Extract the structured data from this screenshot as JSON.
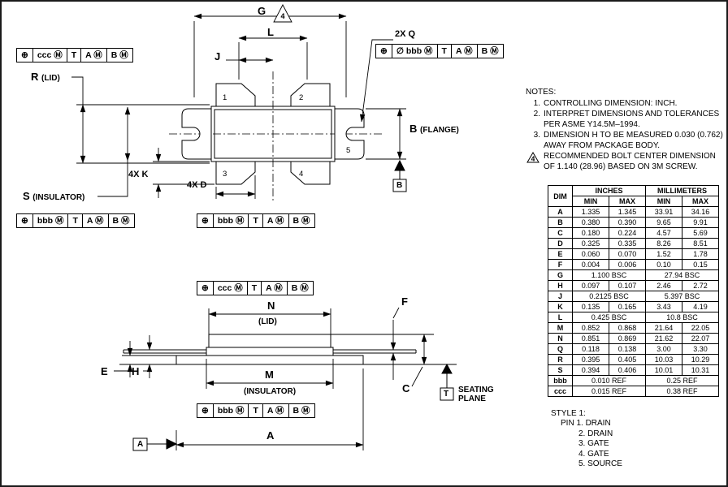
{
  "labels": {
    "g": "G",
    "l": "L",
    "j": "J",
    "q": "2X Q",
    "b": "B",
    "b_suffix": "(FLANGE)",
    "r": "R",
    "r_suffix": "(LID)",
    "s": "S",
    "s_suffix": "(INSULATOR)",
    "k": "4X K",
    "d": "4X D",
    "n": "N",
    "n_suffix": "(LID)",
    "m": "M",
    "m_suffix": "(INSULATOR)",
    "a": "A",
    "c": "C",
    "e": "E",
    "f": "F",
    "h": "H",
    "flag4": "4",
    "seating_plane": "SEATING PLANE"
  },
  "datums": {
    "a": "A",
    "b": "B",
    "t": "T"
  },
  "pins": [
    "1",
    "2",
    "3",
    "4",
    "5"
  ],
  "frames": {
    "lid_top": [
      "⊕",
      "ccc Ⓜ",
      "T",
      "A Ⓜ",
      "B Ⓜ"
    ],
    "holes": [
      "⊕",
      "∅ bbb Ⓜ",
      "T",
      "A Ⓜ",
      "B Ⓜ"
    ],
    "insulator_top": [
      "⊕",
      "bbb Ⓜ",
      "T",
      "A Ⓜ",
      "B Ⓜ"
    ],
    "leads": [
      "⊕",
      "bbb Ⓜ",
      "T",
      "A Ⓜ",
      "B Ⓜ"
    ],
    "lid_side": [
      "⊕",
      "ccc Ⓜ",
      "T",
      "A Ⓜ",
      "B Ⓜ"
    ],
    "insulator_side": [
      "⊕",
      "bbb Ⓜ",
      "T",
      "A Ⓜ",
      "B Ⓜ"
    ]
  },
  "notes": {
    "title": "NOTES:",
    "n1": {
      "num": "1.",
      "text": "CONTROLLING DIMENSION: INCH."
    },
    "n2": {
      "num": "2.",
      "text": "INTERPRET DIMENSIONS AND TOLERANCES PER ASME Y14.5M–1994."
    },
    "n3": {
      "num": "3.",
      "text": "DIMENSION H TO BE MEASURED 0.030 (0.762) AWAY FROM PACKAGE BODY."
    },
    "n4": {
      "text": "RECOMMENDED BOLT CENTER DIMENSION OF 1.140 (28.96) BASED ON 3M SCREW."
    }
  },
  "dim_table": {
    "col_dim": "DIM",
    "group_inches": "INCHES",
    "group_mm": "MILLIMETERS",
    "min": "MIN",
    "max": "MAX",
    "rows": [
      {
        "dim": "A",
        "in_min": "1.335",
        "in_max": "1.345",
        "mm_min": "33.91",
        "mm_max": "34.16"
      },
      {
        "dim": "B",
        "in_min": "0.380",
        "in_max": "0.390",
        "mm_min": "9.65",
        "mm_max": "9.91"
      },
      {
        "dim": "C",
        "in_min": "0.180",
        "in_max": "0.224",
        "mm_min": "4.57",
        "mm_max": "5.69"
      },
      {
        "dim": "D",
        "in_min": "0.325",
        "in_max": "0.335",
        "mm_min": "8.26",
        "mm_max": "8.51"
      },
      {
        "dim": "E",
        "in_min": "0.060",
        "in_max": "0.070",
        "mm_min": "1.52",
        "mm_max": "1.78"
      },
      {
        "dim": "F",
        "in_min": "0.004",
        "in_max": "0.006",
        "mm_min": "0.10",
        "mm_max": "0.15"
      },
      {
        "dim": "G",
        "in_span": "1.100 BSC",
        "mm_span": "27.94 BSC"
      },
      {
        "dim": "H",
        "in_min": "0.097",
        "in_max": "0.107",
        "mm_min": "2.46",
        "mm_max": "2.72"
      },
      {
        "dim": "J",
        "in_span": "0.2125 BSC",
        "mm_span": "5.397 BSC"
      },
      {
        "dim": "K",
        "in_min": "0.135",
        "in_max": "0.165",
        "mm_min": "3.43",
        "mm_max": "4.19"
      },
      {
        "dim": "L",
        "in_span": "0.425 BSC",
        "mm_span": "10.8 BSC"
      },
      {
        "dim": "M",
        "in_min": "0.852",
        "in_max": "0.868",
        "mm_min": "21.64",
        "mm_max": "22.05"
      },
      {
        "dim": "N",
        "in_min": "0.851",
        "in_max": "0.869",
        "mm_min": "21.62",
        "mm_max": "22.07"
      },
      {
        "dim": "Q",
        "in_min": "0.118",
        "in_max": "0.138",
        "mm_min": "3.00",
        "mm_max": "3.30"
      },
      {
        "dim": "R",
        "in_min": "0.395",
        "in_max": "0.405",
        "mm_min": "10.03",
        "mm_max": "10.29"
      },
      {
        "dim": "S",
        "in_min": "0.394",
        "in_max": "0.406",
        "mm_min": "10.01",
        "mm_max": "10.31"
      },
      {
        "dim": "bbb",
        "in_span": "0.010 REF",
        "mm_span": "0.25 REF"
      },
      {
        "dim": "ccc",
        "in_span": "0.015 REF",
        "mm_span": "0.38 REF"
      }
    ]
  },
  "style1": {
    "title": "STYLE 1:",
    "lines": [
      "PIN 1. DRAIN",
      "2. DRAIN",
      "3. GATE",
      "4. GATE",
      "5. SOURCE"
    ]
  }
}
